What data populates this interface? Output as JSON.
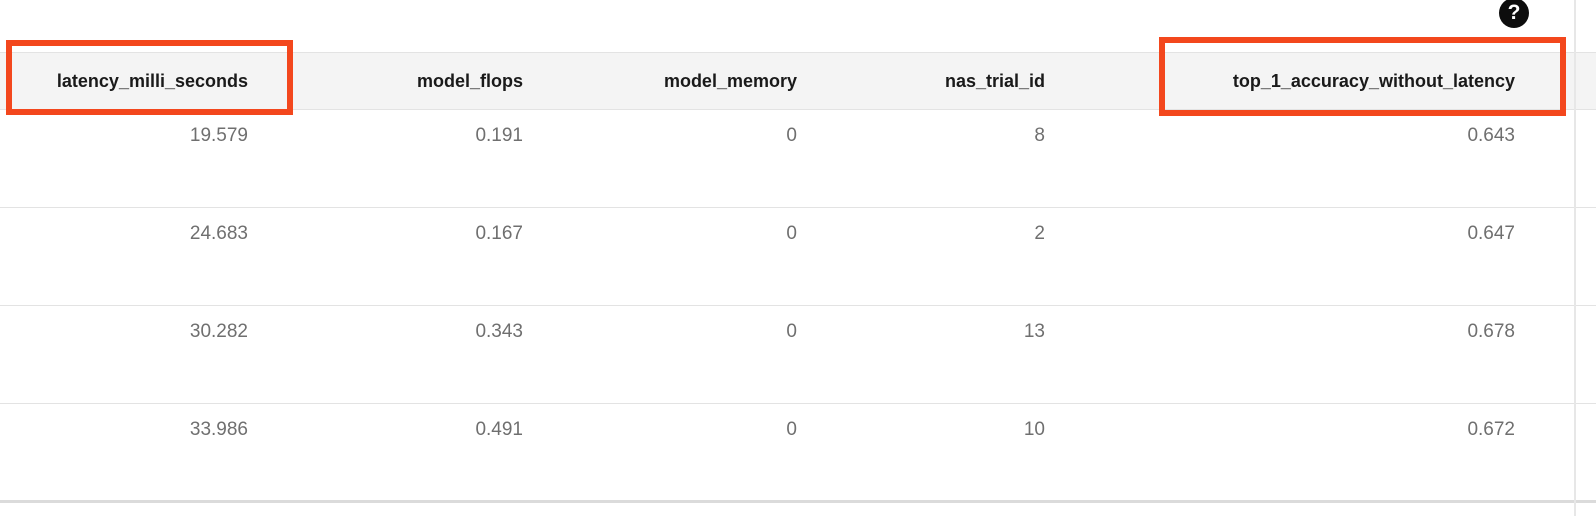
{
  "help": {
    "glyph": "?"
  },
  "table": {
    "columns": [
      {
        "label": "latency_milli_seconds",
        "highlighted": true
      },
      {
        "label": "model_flops",
        "highlighted": false
      },
      {
        "label": "model_memory",
        "highlighted": false
      },
      {
        "label": "nas_trial_id",
        "highlighted": false
      },
      {
        "label": "top_1_accuracy_without_latency",
        "highlighted": true
      }
    ],
    "rows": [
      {
        "latency_milli_seconds": "19.579",
        "model_flops": "0.191",
        "model_memory": "0",
        "nas_trial_id": "8",
        "top_1_accuracy_without_latency": "0.643"
      },
      {
        "latency_milli_seconds": "24.683",
        "model_flops": "0.167",
        "model_memory": "0",
        "nas_trial_id": "2",
        "top_1_accuracy_without_latency": "0.647"
      },
      {
        "latency_milli_seconds": "30.282",
        "model_flops": "0.343",
        "model_memory": "0",
        "nas_trial_id": "13",
        "top_1_accuracy_without_latency": "0.678"
      },
      {
        "latency_milli_seconds": "33.986",
        "model_flops": "0.491",
        "model_memory": "0",
        "nas_trial_id": "10",
        "top_1_accuracy_without_latency": "0.672"
      }
    ]
  },
  "colors": {
    "highlight_box": "#f3471d",
    "header_bg": "#f4f4f4",
    "row_border": "#e3e3e3",
    "header_text": "#1a1a1a",
    "value_text": "#6f6f6f",
    "help_icon_bg": "#0d0d0d"
  }
}
